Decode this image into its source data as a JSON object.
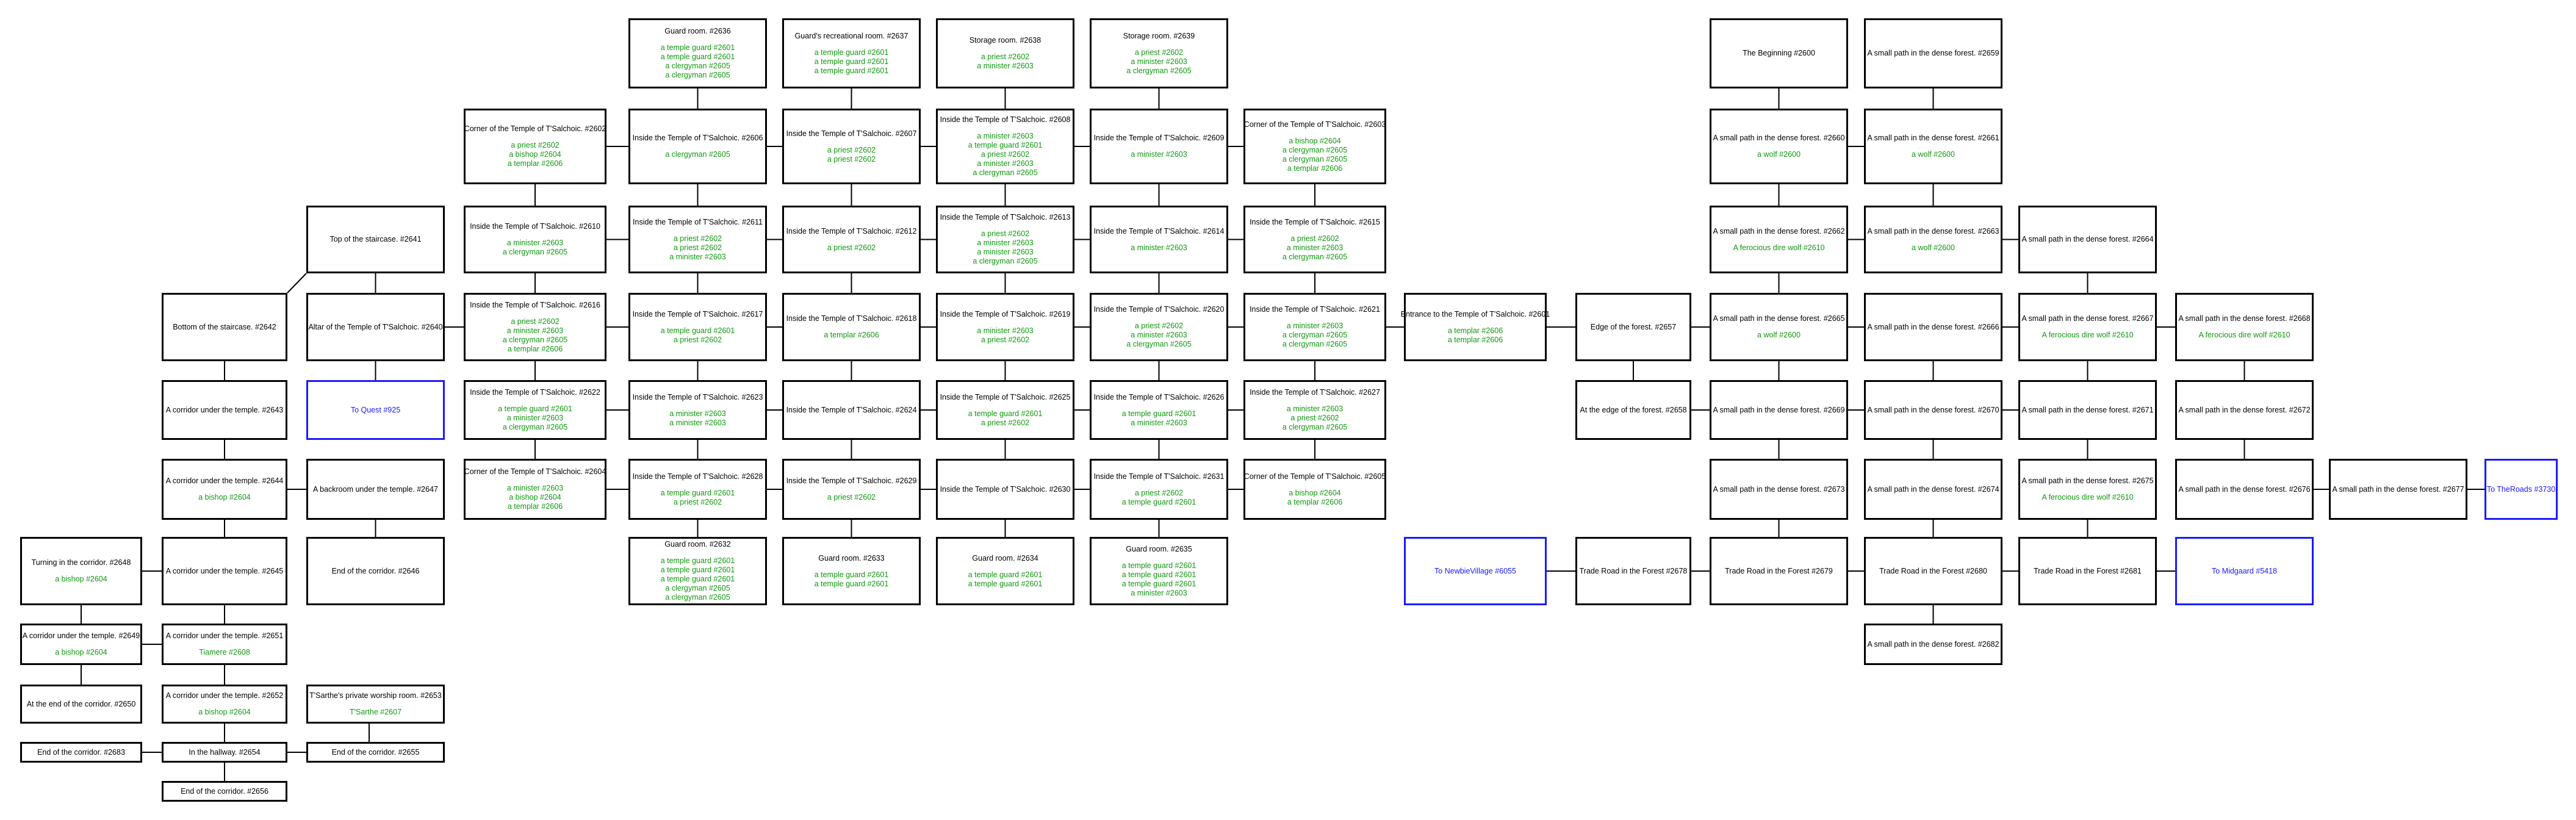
{
  "colors": {
    "border": "#000000",
    "link": "#1a1aff",
    "mob": "#119911",
    "edge": "#000000"
  },
  "rooms": {
    "r2636": {
      "title": "Guard room. #2636",
      "mobs": [
        "a temple guard #2601",
        "a temple guard #2601",
        "a clergyman #2605",
        "a clergyman #2605"
      ]
    },
    "r2637": {
      "title": "Guard's recreational room. #2637",
      "mobs": [
        "a temple guard #2601",
        "a temple guard #2601",
        "a temple guard #2601"
      ]
    },
    "r2638": {
      "title": "Storage room. #2638",
      "mobs": [
        "a priest #2602",
        "a minister #2603"
      ]
    },
    "r2639": {
      "title": "Storage room. #2639",
      "mobs": [
        "a priest #2602",
        "a minister #2603",
        "a clergyman #2605"
      ]
    },
    "r2602": {
      "title": "Corner of the Temple of T'Salchoic. #2602",
      "mobs": [
        "a priest #2602",
        "a bishop #2604",
        "a templar #2606"
      ]
    },
    "r2606": {
      "title": "Inside the Temple of T'Salchoic. #2606",
      "mobs": [
        "a clergyman #2605"
      ]
    },
    "r2607": {
      "title": "Inside the Temple of T'Salchoic. #2607",
      "mobs": [
        "a priest #2602",
        "a priest #2602"
      ]
    },
    "r2608": {
      "title": "Inside the Temple of T'Salchoic. #2608",
      "mobs": [
        "a minister #2603",
        "a temple guard #2601",
        "a priest #2602",
        "a minister #2603",
        "a clergyman #2605"
      ]
    },
    "r2609": {
      "title": "Inside the Temple of T'Salchoic. #2609",
      "mobs": [
        "a minister #2603"
      ]
    },
    "r2603": {
      "title": "Corner of the Temple of T'Salchoic. #2603",
      "mobs": [
        "a bishop #2604",
        "a clergyman #2605",
        "a clergyman #2605",
        "a templar #2606"
      ]
    },
    "r2641": {
      "title": "Top of the staircase. #2641",
      "mobs": []
    },
    "r2610": {
      "title": "Inside the Temple of T'Salchoic. #2610",
      "mobs": [
        "a minister #2603",
        "a clergyman #2605"
      ]
    },
    "r2611": {
      "title": "Inside the Temple of T'Salchoic. #2611",
      "mobs": [
        "a priest #2602",
        "a priest #2602",
        "a minister #2603"
      ]
    },
    "r2612": {
      "title": "Inside the Temple of T'Salchoic. #2612",
      "mobs": [
        "a priest #2602"
      ]
    },
    "r2613": {
      "title": "Inside the Temple of T'Salchoic. #2613",
      "mobs": [
        "a priest #2602",
        "a minister #2603",
        "a minister #2603",
        "a clergyman #2605"
      ]
    },
    "r2614": {
      "title": "Inside the Temple of T'Salchoic. #2614",
      "mobs": [
        "a minister #2603"
      ]
    },
    "r2615": {
      "title": "Inside the Temple of T'Salchoic. #2615",
      "mobs": [
        "a priest #2602",
        "a minister #2603",
        "a clergyman #2605"
      ]
    },
    "r2642": {
      "title": "Bottom of the staircase. #2642",
      "mobs": []
    },
    "r2640": {
      "title": "Altar of the Temple of T'Salchoic. #2640",
      "mobs": []
    },
    "r2616": {
      "title": "Inside the Temple of T'Salchoic. #2616",
      "mobs": [
        "a priest #2602",
        "a minister #2603",
        "a clergyman #2605",
        "a templar #2606"
      ]
    },
    "r2617": {
      "title": "Inside the Temple of T'Salchoic. #2617",
      "mobs": [
        "a temple guard #2601",
        "a priest #2602"
      ]
    },
    "r2618": {
      "title": "Inside the Temple of T'Salchoic. #2618",
      "mobs": [
        "a templar #2606"
      ]
    },
    "r2619": {
      "title": "Inside the Temple of T'Salchoic. #2619",
      "mobs": [
        "a minister #2603",
        "a priest #2602"
      ]
    },
    "r2620": {
      "title": "Inside the Temple of T'Salchoic. #2620",
      "mobs": [
        "a priest #2602",
        "a minister #2603",
        "a clergyman #2605"
      ]
    },
    "r2621": {
      "title": "Inside the Temple of T'Salchoic. #2621",
      "mobs": [
        "a minister #2603",
        "a clergyman #2605",
        "a clergyman #2605"
      ]
    },
    "r2601": {
      "title": "Entrance to the Temple of T'Salchoic. #2601",
      "mobs": [
        "a templar #2606",
        "a templar #2606"
      ]
    },
    "r2657": {
      "title": "Edge of the forest. #2657",
      "mobs": []
    },
    "r2643": {
      "title": "A corridor under the temple. #2643",
      "mobs": []
    },
    "rQ925": {
      "title": "To Quest #925",
      "mobs": []
    },
    "r2622": {
      "title": "Inside the Temple of T'Salchoic. #2622",
      "mobs": [
        "a temple guard #2601",
        "a minister #2603",
        "a clergyman #2605"
      ]
    },
    "r2623": {
      "title": "Inside the Temple of T'Salchoic. #2623",
      "mobs": [
        "a minister #2603",
        "a minister #2603"
      ]
    },
    "r2624": {
      "title": "Inside the Temple of T'Salchoic. #2624",
      "mobs": []
    },
    "r2625": {
      "title": "Inside the Temple of T'Salchoic. #2625",
      "mobs": [
        "a temple guard #2601",
        "a priest #2602"
      ]
    },
    "r2626": {
      "title": "Inside the Temple of T'Salchoic. #2626",
      "mobs": [
        "a temple guard #2601",
        "a minister #2603"
      ]
    },
    "r2627": {
      "title": "Inside the Temple of T'Salchoic. #2627",
      "mobs": [
        "a minister #2603",
        "a priest #2602",
        "a clergyman #2605"
      ]
    },
    "r2658": {
      "title": "At the edge of the forest. #2658",
      "mobs": []
    },
    "r2644": {
      "title": "A corridor under the temple. #2644",
      "mobs": [
        "a bishop #2604"
      ]
    },
    "r2647": {
      "title": "A backroom under the temple. #2647",
      "mobs": []
    },
    "r2604": {
      "title": "Corner of the Temple of T'Salchoic. #2604",
      "mobs": [
        "a minister #2603",
        "a bishop #2604",
        "a templar #2606"
      ]
    },
    "r2628": {
      "title": "Inside the Temple of T'Salchoic. #2628",
      "mobs": [
        "a temple guard #2601",
        "a priest #2602"
      ]
    },
    "r2629": {
      "title": "Inside the Temple of T'Salchoic. #2629",
      "mobs": [
        "a priest #2602"
      ]
    },
    "r2630": {
      "title": "Inside the Temple of T'Salchoic. #2630",
      "mobs": []
    },
    "r2631": {
      "title": "Inside the Temple of T'Salchoic. #2631",
      "mobs": [
        "a priest #2602",
        "a temple guard #2601"
      ]
    },
    "r2605": {
      "title": "Corner of the Temple of T'Salchoic. #2605",
      "mobs": [
        "a bishop #2604",
        "a templar #2606"
      ]
    },
    "r2648": {
      "title": "Turning in the corridor. #2648",
      "mobs": [
        "a bishop #2604"
      ]
    },
    "r2645": {
      "title": "A corridor under the temple. #2645",
      "mobs": []
    },
    "r2646": {
      "title": "End of the corridor. #2646",
      "mobs": []
    },
    "r2632": {
      "title": "Guard room. #2632",
      "mobs": [
        "a temple guard #2601",
        "a temple guard #2601",
        "a temple guard #2601",
        "a clergyman #2605",
        "a clergyman #2605"
      ]
    },
    "r2633": {
      "title": "Guard room. #2633",
      "mobs": [
        "a temple guard #2601",
        "a temple guard #2601"
      ]
    },
    "r2634": {
      "title": "Guard room. #2634",
      "mobs": [
        "a temple guard #2601",
        "a temple guard #2601"
      ]
    },
    "r2635": {
      "title": "Guard room. #2635",
      "mobs": [
        "a temple guard #2601",
        "a temple guard #2601",
        "a temple guard #2601",
        "a minister #2603"
      ]
    },
    "r2649": {
      "title": "A corridor under the temple. #2649",
      "mobs": [
        "a bishop #2604"
      ]
    },
    "r2651": {
      "title": "A corridor under the temple. #2651",
      "mobs": [
        "Tiamere #2608"
      ]
    },
    "r2650": {
      "title": "At the end of the corridor. #2650",
      "mobs": []
    },
    "r2652": {
      "title": "A corridor under the temple. #2652",
      "mobs": [
        "a bishop #2604"
      ]
    },
    "r2653": {
      "title": "T'Sarthe's private worship room. #2653",
      "mobs": [
        "T'Sarthe #2607"
      ]
    },
    "r2683": {
      "title": "End of the corridor. #2683",
      "mobs": []
    },
    "r2654": {
      "title": "In the hallway. #2654",
      "mobs": []
    },
    "r2655": {
      "title": "End of the corridor. #2655",
      "mobs": []
    },
    "r2656": {
      "title": "End of the corridor. #2656",
      "mobs": []
    },
    "r2600": {
      "title": "The Beginning #2600",
      "mobs": []
    },
    "r2659": {
      "title": "A small path in the dense forest. #2659",
      "mobs": []
    },
    "r2660": {
      "title": "A small path in the dense forest. #2660",
      "mobs": [
        "a wolf #2600"
      ]
    },
    "r2661": {
      "title": "A small path in the dense forest. #2661",
      "mobs": [
        "a wolf #2600"
      ]
    },
    "r2662": {
      "title": "A small path in the dense forest. #2662",
      "mobs": [
        "A ferocious dire wolf #2610"
      ]
    },
    "r2663": {
      "title": "A small path in the dense forest. #2663",
      "mobs": [
        "a wolf #2600"
      ]
    },
    "r2664": {
      "title": "A small path in the dense forest. #2664",
      "mobs": []
    },
    "r2665": {
      "title": "A small path in the dense forest. #2665",
      "mobs": [
        "a wolf #2600"
      ]
    },
    "r2666": {
      "title": "A small path in the dense forest. #2666",
      "mobs": []
    },
    "r2667": {
      "title": "A small path in the dense forest. #2667",
      "mobs": [
        "A ferocious dire wolf #2610"
      ]
    },
    "r2668": {
      "title": "A small path in the dense forest. #2668",
      "mobs": [
        "A ferocious dire wolf #2610"
      ]
    },
    "r2669": {
      "title": "A small path in the dense forest. #2669",
      "mobs": []
    },
    "r2670": {
      "title": "A small path in the dense forest. #2670",
      "mobs": []
    },
    "r2671": {
      "title": "A small path in the dense forest. #2671",
      "mobs": []
    },
    "r2672": {
      "title": "A small path in the dense forest. #2672",
      "mobs": []
    },
    "r2673": {
      "title": "A small path in the dense forest. #2673",
      "mobs": []
    },
    "r2674": {
      "title": "A small path in the dense forest. #2674",
      "mobs": []
    },
    "r2675": {
      "title": "A small path in the dense forest. #2675",
      "mobs": [
        "A ferocious dire wolf #2610"
      ]
    },
    "r2676": {
      "title": "A small path in the dense forest. #2676",
      "mobs": []
    },
    "r2677": {
      "title": "A small path in the dense forest. #2677",
      "mobs": []
    },
    "rTR": {
      "title": "To TheRoads #3730",
      "mobs": []
    },
    "rNV": {
      "title": "To NewbieVillage #6055",
      "mobs": []
    },
    "r2678": {
      "title": "Trade Road in the Forest #2678",
      "mobs": []
    },
    "r2679": {
      "title": "Trade Road in the Forest #2679",
      "mobs": []
    },
    "r2680": {
      "title": "Trade Road in the Forest #2680",
      "mobs": []
    },
    "r2681": {
      "title": "Trade Road in the Forest #2681",
      "mobs": []
    },
    "rMG": {
      "title": "To Midgaard #5418",
      "mobs": []
    },
    "r2682": {
      "title": "A small path in the dense forest. #2682",
      "mobs": []
    }
  }
}
